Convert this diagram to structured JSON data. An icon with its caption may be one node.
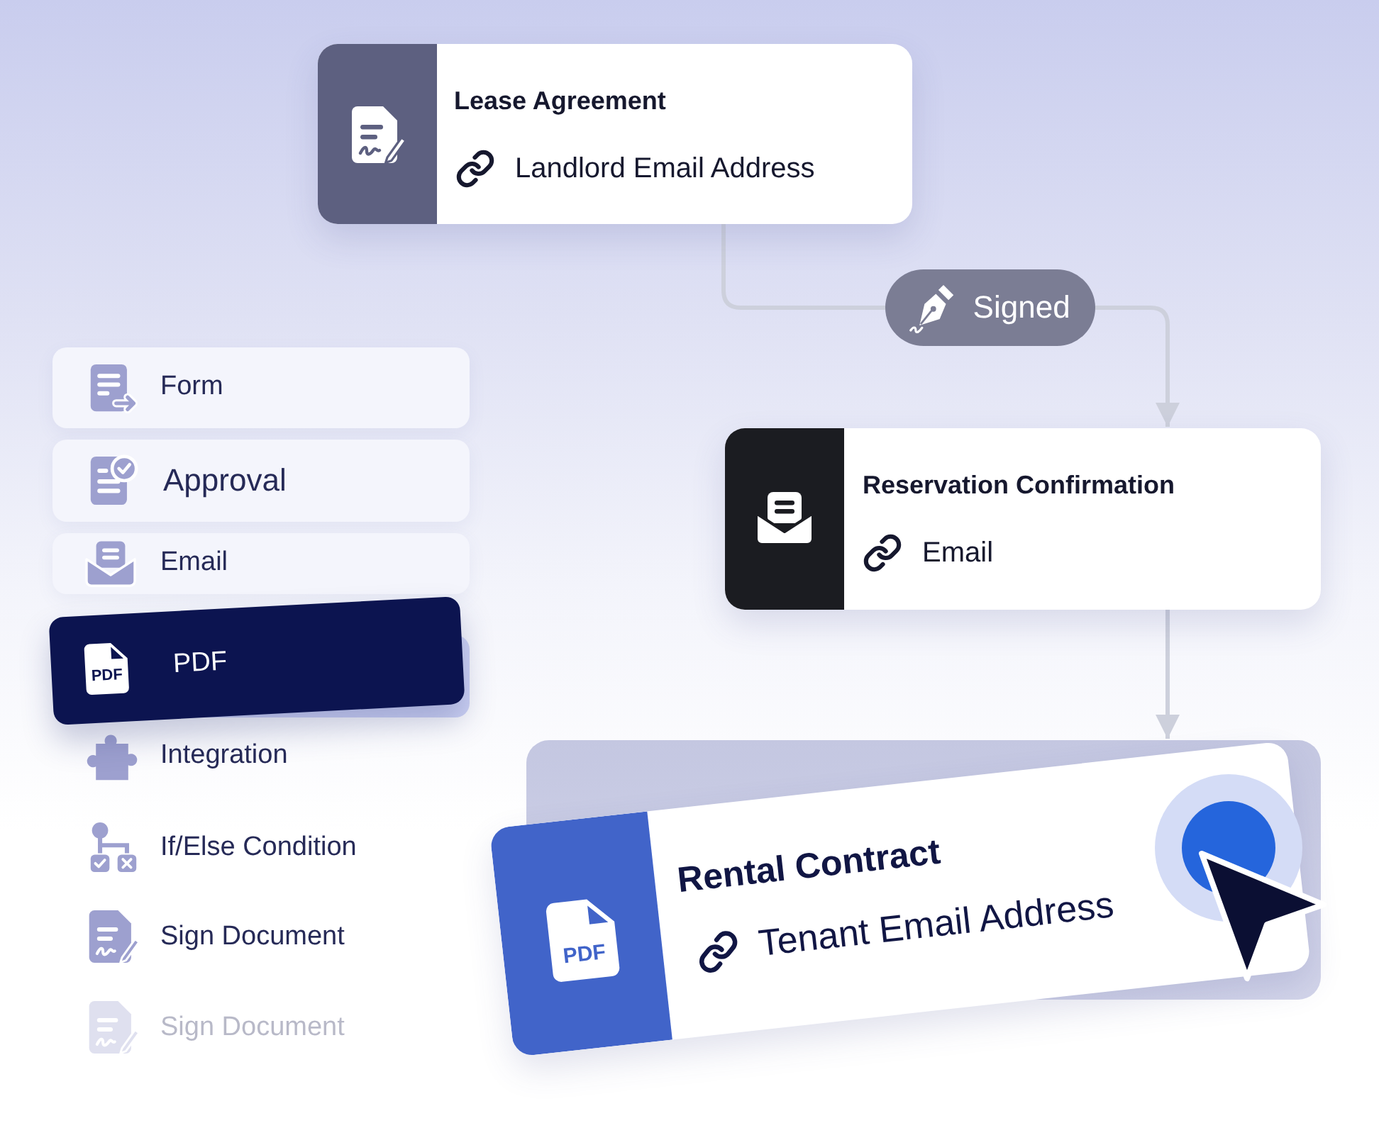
{
  "diagram": {
    "nodes": [
      {
        "text": [
          "Lease Agreement",
          "Landlord Email Address"
        ]
      },
      {
        "text": [
          "Reservation Confirmation",
          "Email"
        ]
      },
      {
        "text": [
          "PDF",
          "Rental Contract",
          "Tenant Email Address"
        ]
      },
      {
        "text": [
          "Form"
        ]
      },
      {
        "text": [
          "Approval"
        ]
      },
      {
        "text": [
          "Email"
        ]
      },
      {
        "text": [
          "PDF",
          "PDF"
        ]
      }
    ],
    "edges": [
      {
        "from": 0,
        "to": 1,
        "arrow": "to",
        "label": "Signed"
      },
      {
        "from": 1,
        "to": 2,
        "arrow": "to"
      }
    ],
    "labels": [
      "Integration",
      "If/Else Condition",
      "Sign Document",
      "Sign Document"
    ]
  }
}
